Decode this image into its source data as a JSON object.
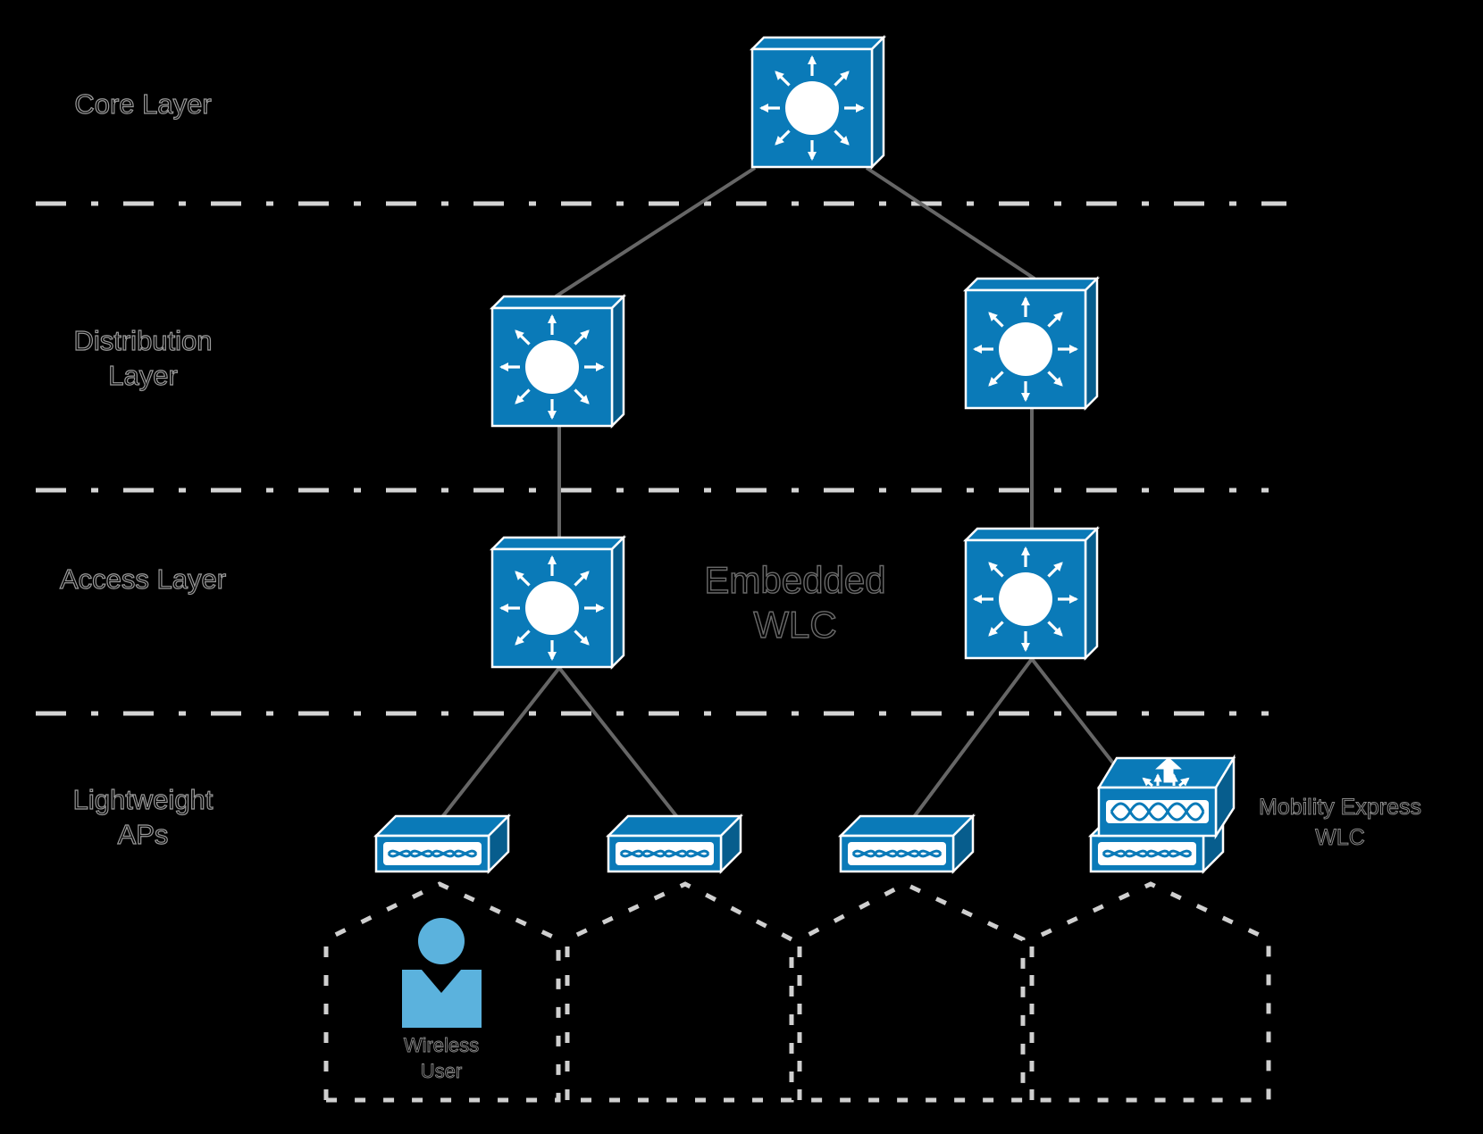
{
  "layers": {
    "core": [
      "Core Layer"
    ],
    "distribution": [
      "Distribution",
      "Layer"
    ],
    "access": [
      "Access Layer"
    ],
    "lightweight": [
      "Lightweight",
      "APs"
    ]
  },
  "embedded_wlc": [
    "Embedded",
    "WLC"
  ],
  "mobility_express": [
    "Mobility Express",
    "WLC"
  ],
  "wireless_user": [
    "Wireless",
    "User"
  ],
  "colors": {
    "background": "#000000",
    "device_fill": "#0a7ab8",
    "device_side": "#075d8d",
    "device_edge": "#ffffff",
    "link": "#666666",
    "layer_divider": "#d4d4d4",
    "cell_outline": "#cfcfcf",
    "user_icon": "#5bb2dd"
  },
  "icons": {
    "switch": "layer3-switch-icon",
    "access_point": "access-point-icon",
    "mobility_express": "mobility-express-wlc-icon",
    "user": "wireless-user-icon"
  }
}
